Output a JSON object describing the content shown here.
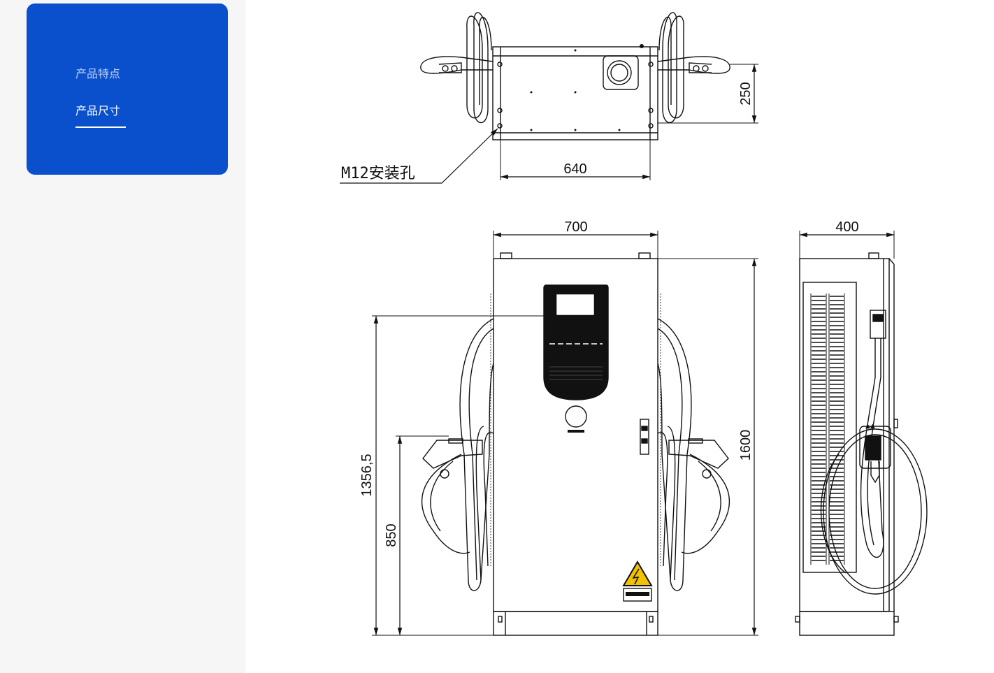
{
  "sidebar": {
    "items": [
      {
        "label": "产品特点",
        "active": false
      },
      {
        "label": "产品尺寸",
        "active": true
      }
    ],
    "accent_color": "#0a4fcb"
  },
  "drawing": {
    "top_view": {
      "depth_dimension": "250",
      "width_dimension": "640",
      "callout": "M12安装孔"
    },
    "front_view": {
      "width_dimension": "700",
      "height_dimension": "1600",
      "upper_height_dimension": "1356,5",
      "holster_height_dimension": "850"
    },
    "side_view": {
      "depth_dimension": "400"
    }
  }
}
